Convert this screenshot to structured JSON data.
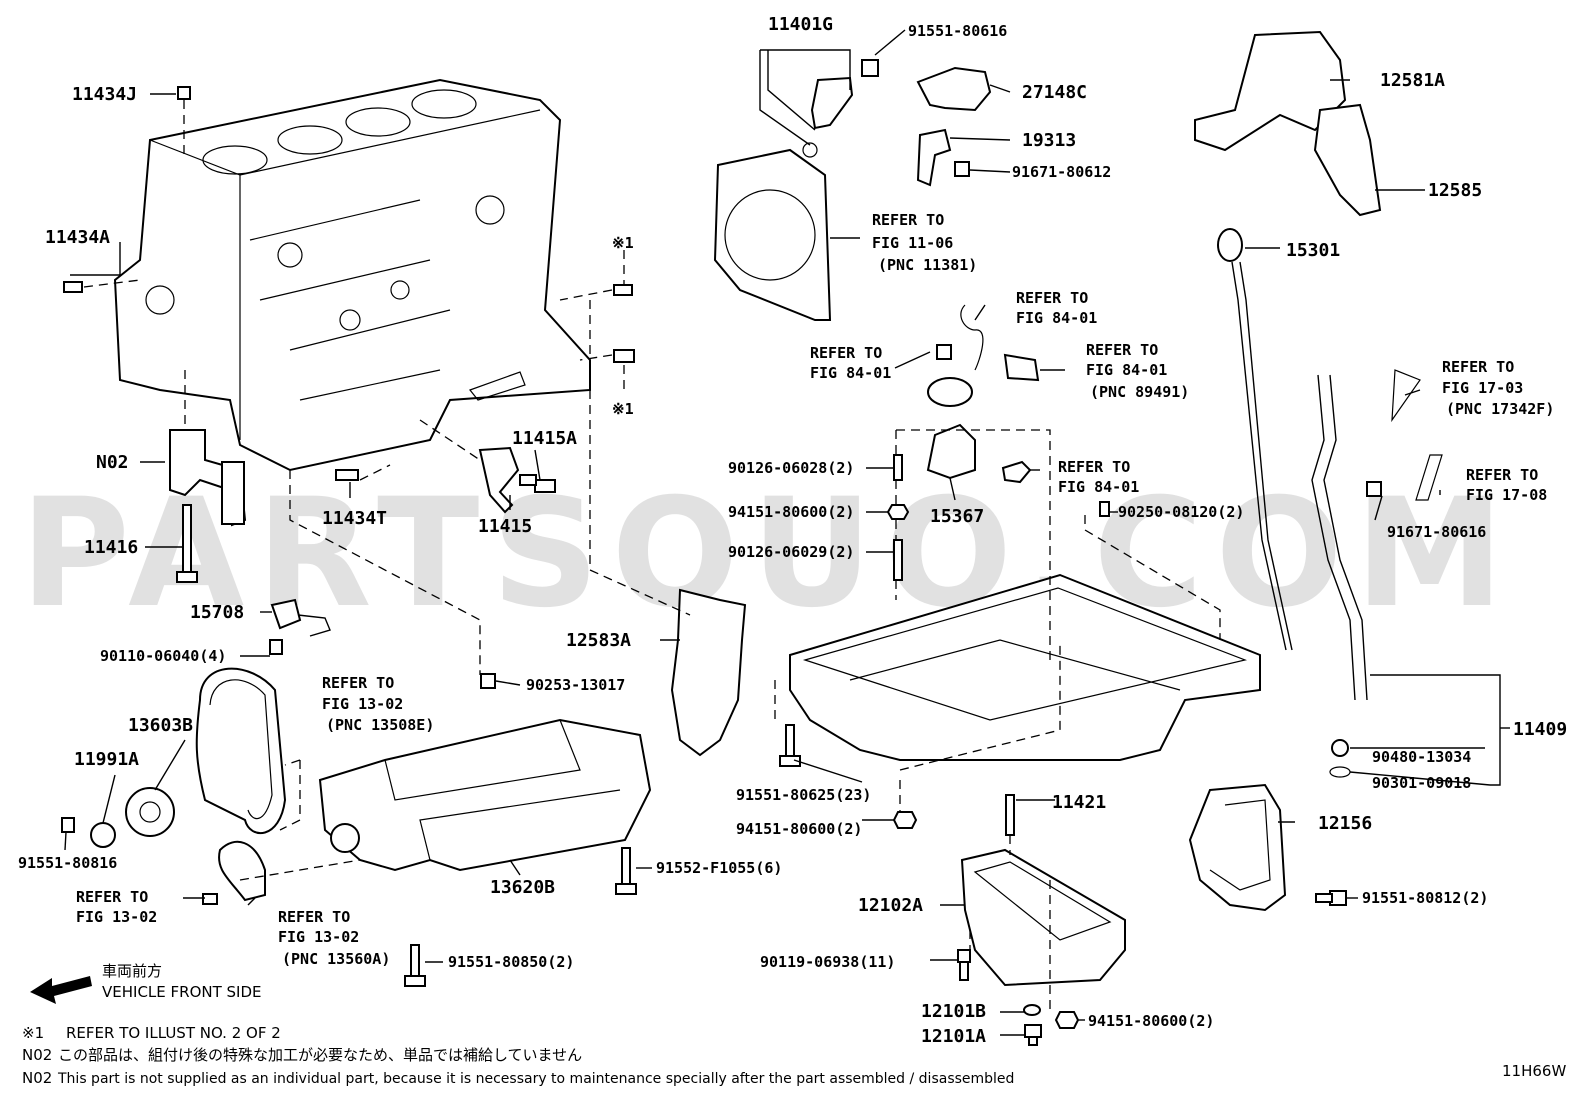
{
  "watermark": "PARTSOUQ.COM",
  "figure_code": "11H66W",
  "callouts": {
    "p11434J": "11434J",
    "p11434A": "11434A",
    "p11401G": "11401G",
    "p91551_80616": "91551-80616",
    "p27148C": "27148C",
    "p19313": "19313",
    "p91671_80612": "91671-80612",
    "p12581A": "12581A",
    "p12585": "12585",
    "p15301": "15301",
    "pN02": "N02",
    "p11416": "11416",
    "p11434T": "11434T",
    "p11415A": "11415A",
    "p11415": "11415",
    "p15708": "15708",
    "p90110_06040": "90110-06040(4)",
    "p13603B": "13603B",
    "p11991A": "11991A",
    "p91551_80816": "91551-80816",
    "p90253_13017": "90253-13017",
    "p12583A": "12583A",
    "p13620B": "13620B",
    "p91552_F1055": "91552-F1055(6)",
    "p91551_80850": "91551-80850(2)",
    "p90126_06028": "90126-06028(2)",
    "p94151_80600_a": "94151-80600(2)",
    "p90126_06029": "90126-06029(2)",
    "p15367": "15367",
    "p90250_08120": "90250-08120(2)",
    "p91671_80616": "91671-80616",
    "p91551_80625": "91551-80625(23)",
    "p94151_80600_b": "94151-80600(2)",
    "p11421": "11421",
    "p12102A": "12102A",
    "p90119_06938": "90119-06938(11)",
    "p12101B": "12101B",
    "p12101A": "12101A",
    "p94151_80600_c": "94151-80600(2)",
    "p12156": "12156",
    "p91551_80812": "91551-80812(2)",
    "p11409": "11409",
    "p90480_13034": "90480-13034",
    "p90301_09018": "90301-09018",
    "ref1": "※1",
    "ref2": "※1"
  },
  "refer_blocks": {
    "r1106": [
      "REFER TO",
      "FIG 11-06",
      "(PNC 11381)"
    ],
    "r8401a": [
      "REFER TO",
      "FIG 84-01"
    ],
    "r8401b": [
      "REFER TO",
      "FIG 84-01"
    ],
    "r8401c": [
      "REFER TO",
      "FIG 84-01",
      "(PNC 89491)"
    ],
    "r8401d": [
      "REFER TO",
      "FIG 84-01"
    ],
    "r1703": [
      "REFER TO",
      "FIG 17-03",
      "(PNC 17342F)"
    ],
    "r1708": [
      "REFER TO",
      "FIG 17-08"
    ],
    "r1302a": [
      "REFER TO",
      "FIG 13-02",
      "(PNC 13508E)"
    ],
    "r1302b": [
      "REFER TO",
      "FIG 13-02"
    ],
    "r1302c": [
      "REFER TO",
      "FIG 13-02",
      "(PNC 13560A)"
    ]
  },
  "legend": {
    "front_jp": "車両前方",
    "front_en": "VEHICLE FRONT SIDE",
    "note1_key": "※1",
    "note1_text": "REFER TO ILLUST NO. 2 OF 2",
    "note2_key_jp": "N02",
    "note2_text_jp": "この部品は、組付け後の特殊な加工が必要なため、単品では補給していません",
    "note2_key_en": "N02",
    "note2_text_en": "This part is not supplied as an individual part, because it is necessary to maintenance specially after the part assembled / disassembled"
  }
}
